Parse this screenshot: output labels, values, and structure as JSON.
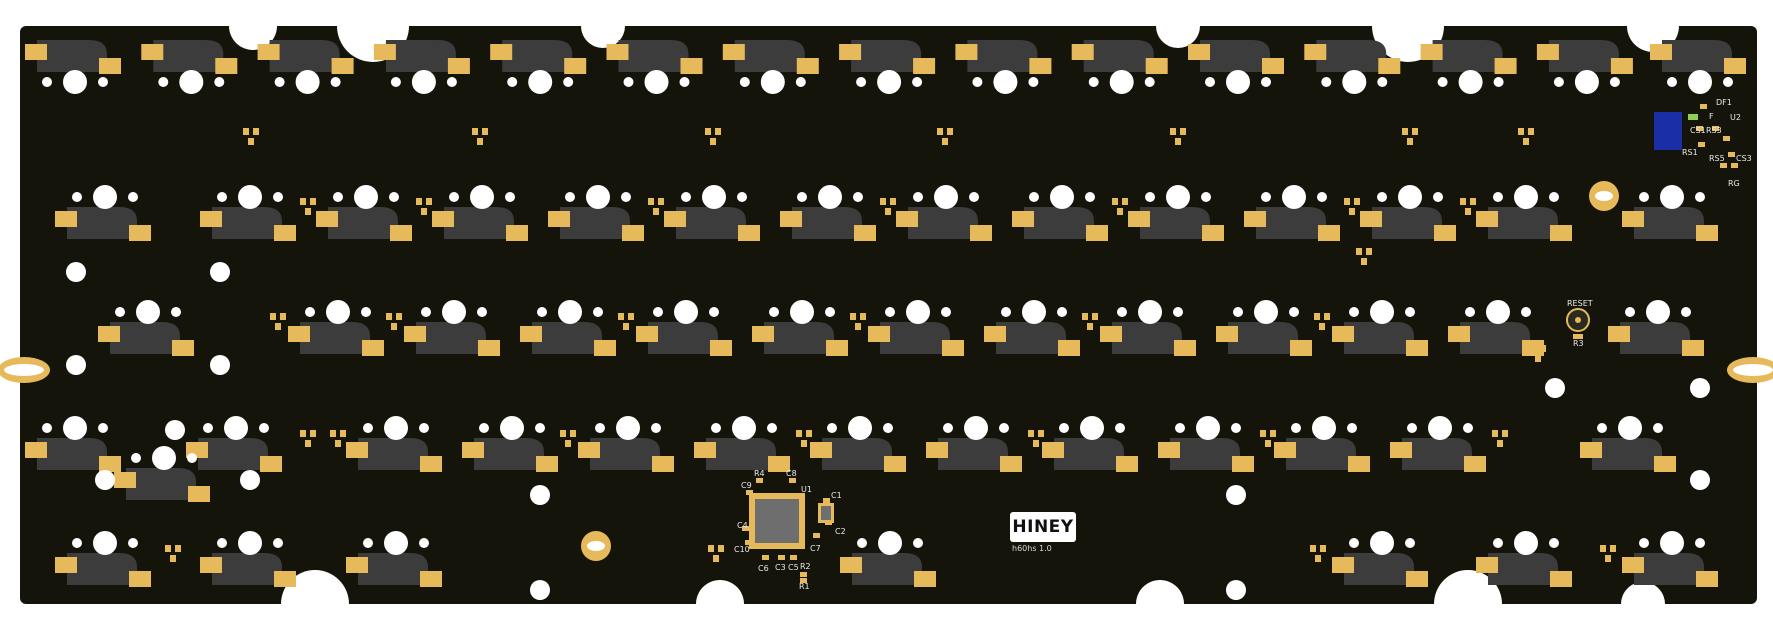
{
  "board": {
    "logo_text": "HINEY",
    "version_text": "h60hs 1.0"
  },
  "silkscreen": {
    "reset": "RESET",
    "r3": "R3",
    "u1": "U1",
    "u2": "U2",
    "r4": "R4",
    "c8": "C8",
    "c9": "C9",
    "c4": "C4",
    "c10": "C10",
    "c6": "C6",
    "c3": "C3",
    "c5": "C5",
    "r2": "R2",
    "r1": "R1",
    "c1": "C1",
    "c2": "C2",
    "c7": "C7",
    "df1": "DF1",
    "f": "F",
    "cs1": "CS1",
    "rs3": "RS3",
    "rs1": "RS1",
    "rs5": "RS5",
    "cs3": "CS3",
    "rg": "RG"
  },
  "colors": {
    "board": "#15140b",
    "socket": "#3c3c3c",
    "pad": "#e6b95a",
    "hole": "#ffffff",
    "usb_connector": "#1a2ea8",
    "chip": "#6e6e6e",
    "led": "#8fd14f"
  },
  "icons": [
    "hotswap-socket-icon",
    "mounting-hole-icon",
    "mcu-chip-icon",
    "usb-connector-icon",
    "reset-button-icon"
  ]
}
